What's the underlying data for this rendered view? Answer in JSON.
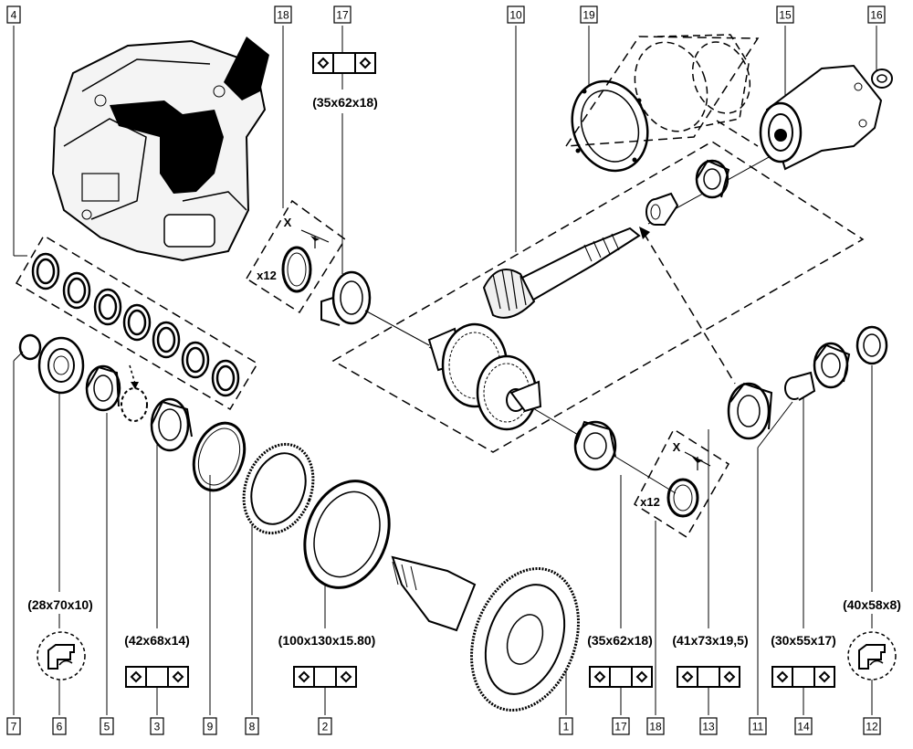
{
  "callouts": [
    {
      "id": "c4",
      "label": "4"
    },
    {
      "id": "c18t",
      "label": "18"
    },
    {
      "id": "c17t",
      "label": "17"
    },
    {
      "id": "c10",
      "label": "10"
    },
    {
      "id": "c19",
      "label": "19"
    },
    {
      "id": "c15",
      "label": "15"
    },
    {
      "id": "c16",
      "label": "16"
    },
    {
      "id": "c7",
      "label": "7"
    },
    {
      "id": "c6",
      "label": "6"
    },
    {
      "id": "c5",
      "label": "5"
    },
    {
      "id": "c3",
      "label": "3"
    },
    {
      "id": "c9",
      "label": "9"
    },
    {
      "id": "c8",
      "label": "8"
    },
    {
      "id": "c2",
      "label": "2"
    },
    {
      "id": "c1",
      "label": "1"
    },
    {
      "id": "c17b",
      "label": "17"
    },
    {
      "id": "c18b",
      "label": "18"
    },
    {
      "id": "c13",
      "label": "13"
    },
    {
      "id": "c11",
      "label": "11"
    },
    {
      "id": "c14",
      "label": "14"
    },
    {
      "id": "c12",
      "label": "12"
    }
  ],
  "dimensions": [
    {
      "id": "d17t",
      "text": "(35x62x18)"
    },
    {
      "id": "d6",
      "text": "(28x70x10)"
    },
    {
      "id": "d3",
      "text": "(42x68x14)"
    },
    {
      "id": "d2",
      "text": "(100x130x15.80)"
    },
    {
      "id": "d17b",
      "text": "(35x62x18)"
    },
    {
      "id": "d13",
      "text": "(41x73x19,5)"
    },
    {
      "id": "d14",
      "text": "(30x55x17)"
    },
    {
      "id": "d12",
      "text": "(40x58x8)"
    }
  ],
  "shim_marks": {
    "top": {
      "x_label": "X",
      "qty": "x12"
    },
    "bottom": {
      "x_label": "X",
      "qty": "x12"
    }
  }
}
